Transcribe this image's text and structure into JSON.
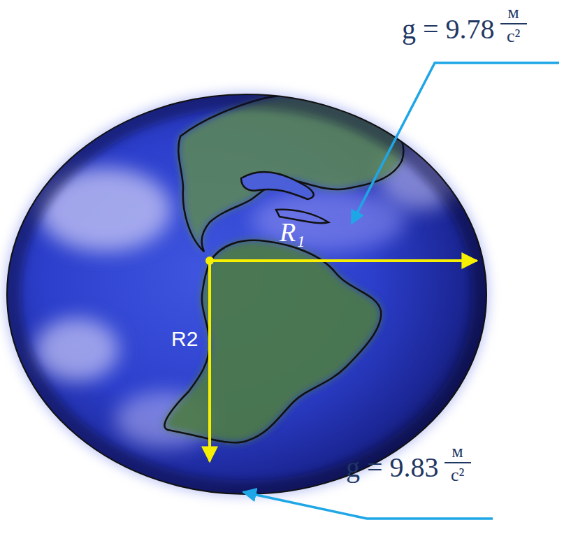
{
  "diagram": {
    "labels": [
      "g = 9.78",
      "м",
      "с²",
      "R₁",
      "R2",
      "g = 9.83",
      "м",
      "с²"
    ]
  }
}
